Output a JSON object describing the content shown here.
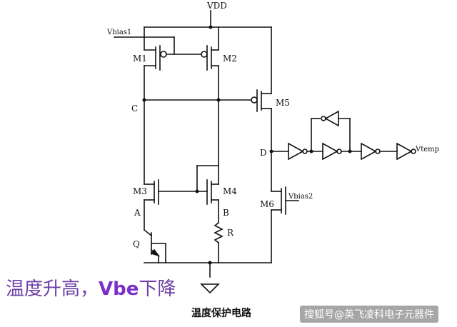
{
  "labels": {
    "vdd": "VDD",
    "vbias1": "Vbias1",
    "vbias2": "Vbias2",
    "vtemp": "Vtemp",
    "m1": "M1",
    "m2": "M2",
    "m3": "M3",
    "m4": "M4",
    "m5": "M5",
    "m6": "M6",
    "node_c": "C",
    "node_d": "D",
    "node_a": "A",
    "node_b": "B",
    "q": "Q",
    "r": "R"
  },
  "annotation": {
    "part1": "温度升高，",
    "part2": "Vbe",
    "part3": "下降"
  },
  "caption": "温度保护电路",
  "watermark": "搜狐号@英飞凌科电子元器件",
  "colors": {
    "line": "#111111",
    "annotation": "#6d3fa6",
    "vbe": "#7a2fc8"
  }
}
